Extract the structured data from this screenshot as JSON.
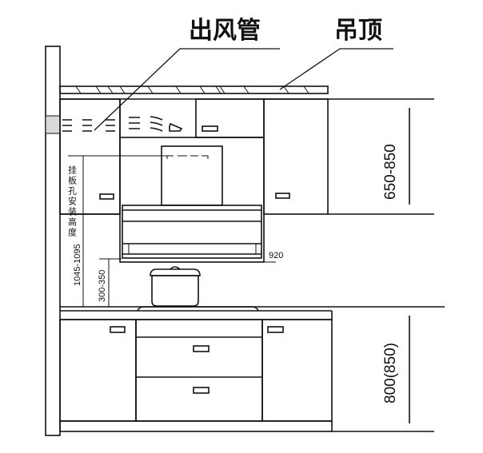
{
  "labels": {
    "duct": "出风管",
    "ceiling": "吊顶"
  },
  "dimensions": {
    "upper_cabinet_height": "650-850",
    "lower_cabinet_height": "800(850)",
    "hood_width": "920",
    "hood_to_stove": "300-350",
    "mount_hole_height_label": "挂板孔安装高度",
    "mount_hole_height": "1045-1095"
  },
  "colors": {
    "line": "#111111",
    "duct_opening": "#d9d9d9"
  }
}
